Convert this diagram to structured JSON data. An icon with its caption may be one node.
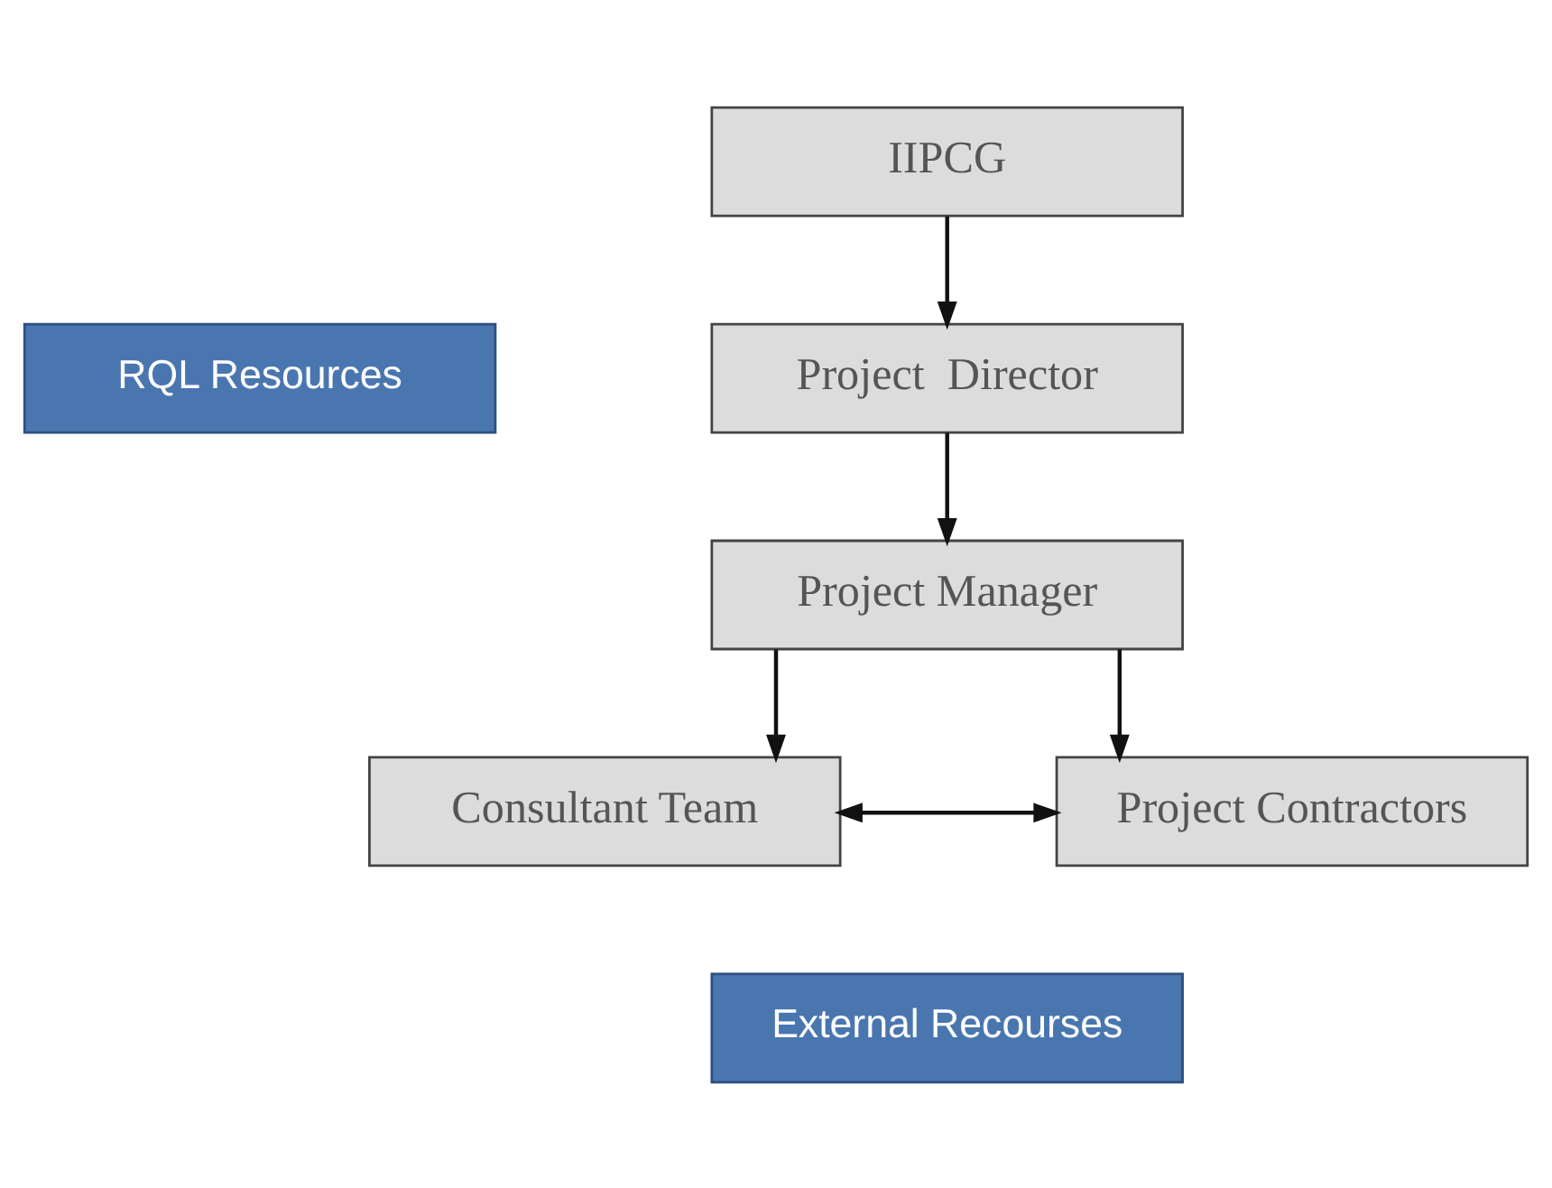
{
  "diagram": {
    "nodes": [
      {
        "text": [
          "IIPCG"
        ]
      },
      {
        "text": [
          "RQL Resources"
        ]
      },
      {
        "text": [
          "Project  Director"
        ]
      },
      {
        "text": [
          "Project Manager"
        ]
      },
      {
        "text": [
          "Consultant Team"
        ]
      },
      {
        "text": [
          "Project Contractors"
        ]
      },
      {
        "text": [
          "External Recourses"
        ]
      }
    ],
    "edges": [
      {
        "from": 0,
        "to": 2,
        "arrow": "to"
      },
      {
        "from": 2,
        "to": 3,
        "arrow": "to"
      },
      {
        "from": 3,
        "to": 4,
        "arrow": "to"
      },
      {
        "from": 3,
        "to": 5,
        "arrow": "to"
      },
      {
        "from": 4,
        "to": 5,
        "arrow": "both"
      }
    ]
  }
}
